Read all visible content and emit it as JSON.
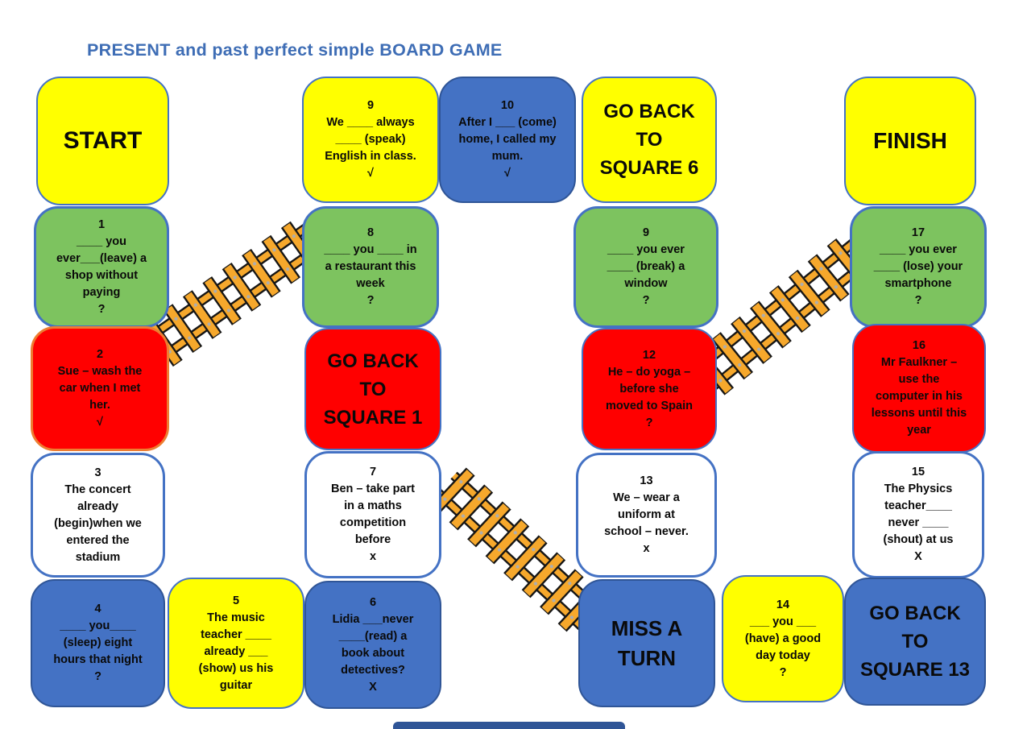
{
  "title": "PRESENT and past perfect simple BOARD GAME",
  "colors": {
    "title_blue": "#3E6DB5",
    "square_yellow": "#FFFF00",
    "square_green": "#7DC35F",
    "square_blue": "#4472C4",
    "square_red": "#FF0000",
    "square_white": "#FFFFFF",
    "border_blue": "#4472C4",
    "border_orange": "#ED7D31",
    "ladder_orange": "#F6A82C"
  },
  "board": {
    "start": {
      "label": "START"
    },
    "sq9_top": {
      "num": "9",
      "text": "We ____ always\n____ (speak)\nEnglish in class.\n√"
    },
    "sq10": {
      "num": "10",
      "text": "After I ___ (come)\nhome, I called my\nmum.\n√"
    },
    "go_back_6": {
      "label": "GO BACK\nTO\nSQUARE 6"
    },
    "finish": {
      "label": "FINISH"
    },
    "sq1": {
      "num": "1",
      "text": "____ you\never___(leave) a\nshop without\npaying\n?"
    },
    "sq8": {
      "num": "8",
      "text": "____ you ____ in\na restaurant this\nweek\n?"
    },
    "sq9_green": {
      "num": "9",
      "text": "____ you ever\n____ (break) a\nwindow\n?"
    },
    "sq17": {
      "num": "17",
      "text": "____ you ever\n____ (lose) your\nsmartphone\n?"
    },
    "sq2": {
      "num": "2",
      "text": "Sue – wash the\ncar when I met\nher.\n√"
    },
    "go_back_1": {
      "label": "GO BACK\nTO\nSQUARE 1"
    },
    "sq12": {
      "num": "12",
      "text": "He – do yoga –\nbefore she\nmoved to Spain\n?"
    },
    "sq16": {
      "num": "16",
      "text": "Mr Faulkner –\nuse the\ncomputer in his\nlessons until this\nyear"
    },
    "sq3": {
      "num": "3",
      "text": "The concert\nalready\n(begin)when we\nentered the\nstadium"
    },
    "sq7": {
      "num": "7",
      "text": "Ben – take part\nin a maths\ncompetition\nbefore\nx"
    },
    "sq13": {
      "num": "13",
      "text": "We – wear a\nuniform at\nschool – never.\nx"
    },
    "sq15": {
      "num": "15",
      "text": "The Physics\nteacher____\nnever ____\n(shout) at us\nX"
    },
    "sq4": {
      "num": "4",
      "text": "____ you____\n(sleep) eight\nhours that night\n?"
    },
    "sq5": {
      "num": "5",
      "text": "The music\nteacher ____\nalready ___\n(show) us his\nguitar"
    },
    "sq6": {
      "num": "6",
      "text": "Lidia ___never\n____(read) a\nbook about\ndetectives?\nX"
    },
    "miss_a_turn": {
      "label": "MISS A\nTURN"
    },
    "sq14": {
      "num": "14",
      "text": "___ you ___\n(have) a good\nday today\n?"
    },
    "go_back_13": {
      "label": "GO BACK\nTO\nSQUARE 13"
    }
  }
}
